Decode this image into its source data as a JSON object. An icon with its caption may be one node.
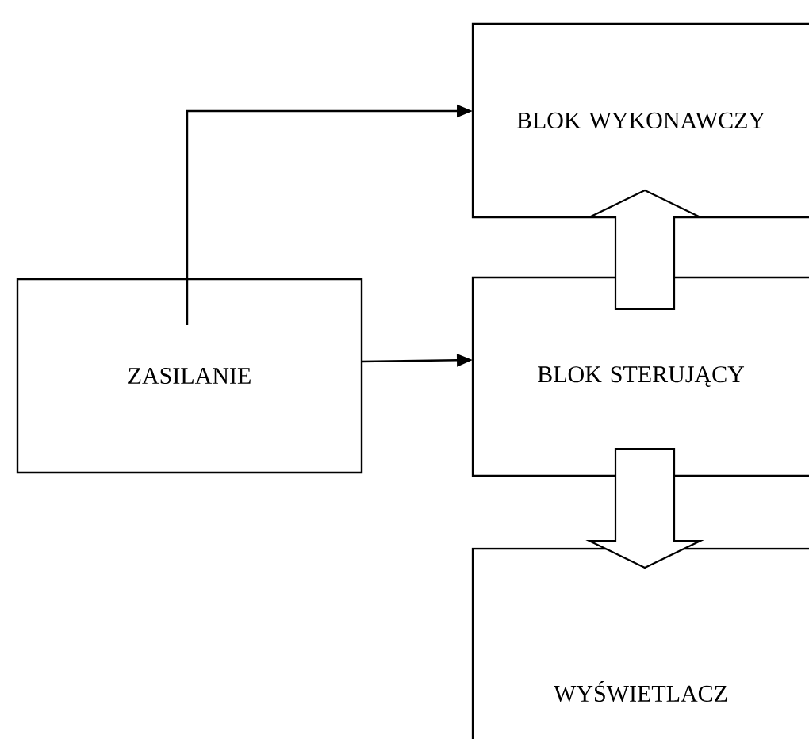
{
  "diagram": {
    "nodes": [
      {
        "text": [
          "ZASILANIE"
        ]
      },
      {
        "text": [
          "BLOK WYKONAWCZY"
        ]
      },
      {
        "text": [
          "BLOK STERUJĄCY"
        ]
      },
      {
        "text": [
          "WYŚWIETLACZ"
        ]
      }
    ],
    "edges": [
      {
        "from": 0,
        "to": 1,
        "arrow": "to"
      },
      {
        "from": 0,
        "to": 2,
        "arrow": "to"
      },
      {
        "from": 2,
        "to": 1,
        "arrow": "to"
      },
      {
        "from": 2,
        "to": 3,
        "arrow": "to"
      }
    ]
  }
}
